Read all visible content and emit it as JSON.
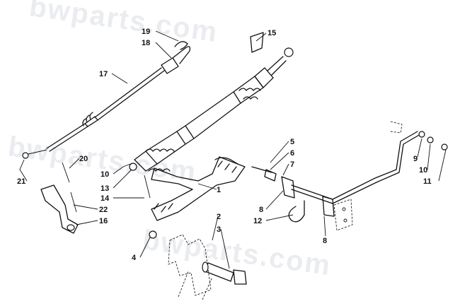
{
  "watermark": "bwparts.com",
  "callouts": [
    {
      "id": "c19",
      "text": "19"
    },
    {
      "id": "c18",
      "text": "18"
    },
    {
      "id": "c15",
      "text": "15"
    },
    {
      "id": "c17",
      "text": "17"
    },
    {
      "id": "c20",
      "text": "20"
    },
    {
      "id": "c21",
      "text": "21"
    },
    {
      "id": "c10a",
      "text": "10"
    },
    {
      "id": "c13",
      "text": "13"
    },
    {
      "id": "c14",
      "text": "14"
    },
    {
      "id": "c22",
      "text": "22"
    },
    {
      "id": "c16",
      "text": "16"
    },
    {
      "id": "c1",
      "text": "1"
    },
    {
      "id": "c2",
      "text": "2"
    },
    {
      "id": "c3",
      "text": "3"
    },
    {
      "id": "c4",
      "text": "4"
    },
    {
      "id": "c5",
      "text": "5"
    },
    {
      "id": "c6",
      "text": "6"
    },
    {
      "id": "c7",
      "text": "7"
    },
    {
      "id": "c8a",
      "text": "8"
    },
    {
      "id": "c12",
      "text": "12"
    },
    {
      "id": "c8b",
      "text": "8"
    },
    {
      "id": "c9",
      "text": "9"
    },
    {
      "id": "c10b",
      "text": "10"
    },
    {
      "id": "c11",
      "text": "11"
    }
  ]
}
